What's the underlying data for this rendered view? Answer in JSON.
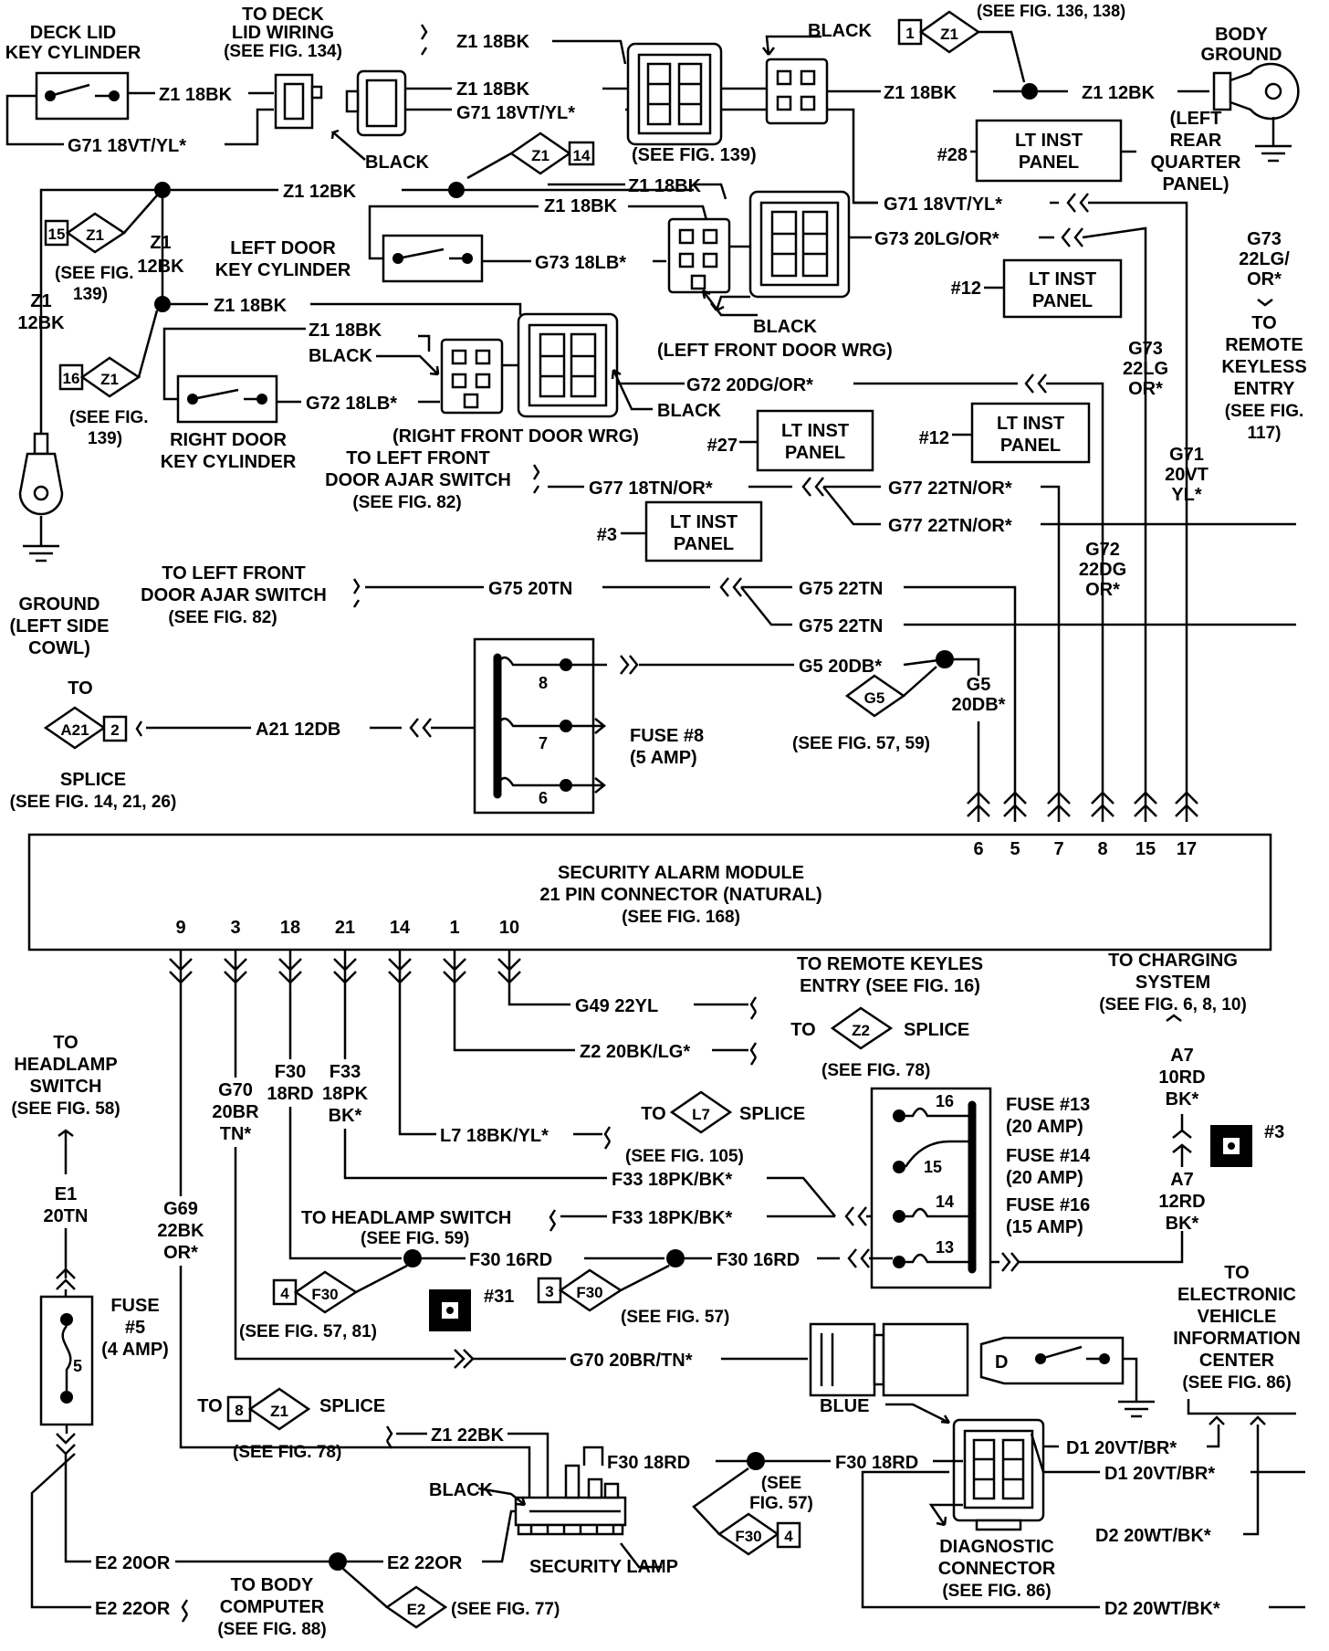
{
  "labels": {
    "deck_lid_key_cylinder": [
      "DECK LID",
      "KEY CYLINDER"
    ],
    "to_deck_lid_wiring": [
      "TO DECK",
      "LID WIRING",
      "(SEE FIG. 134)"
    ],
    "see_fig_136_138": "(SEE FIG. 136, 138)",
    "body_ground": [
      "BODY",
      "GROUND"
    ],
    "left_rear_quarter_panel": [
      "(LEFT",
      "REAR",
      "QUARTER",
      "PANEL)"
    ],
    "black": "BLACK",
    "see_fig_139": "(SEE FIG. 139)",
    "see_fig_139_split": [
      "(SEE FIG.",
      "139)"
    ],
    "left_door_key_cylinder": [
      "LEFT DOOR",
      "KEY CYLINDER"
    ],
    "right_door_key_cylinder": [
      "RIGHT DOOR",
      "KEY CYLINDER"
    ],
    "left_front_door_wrg": "(LEFT FRONT DOOR WRG)",
    "right_front_door_wrg": "(RIGHT FRONT DOOR WRG)",
    "lt_inst_panel": [
      "LT INST",
      "PANEL"
    ],
    "to_remote_keyless_entry": [
      "TO",
      "REMOTE",
      "KEYLESS",
      "ENTRY",
      "(SEE FIG.",
      "117)"
    ],
    "to_left_front_door_ajar_switch": [
      "TO LEFT FRONT",
      "DOOR AJAR SWITCH",
      "(SEE FIG. 82)"
    ],
    "ground_left_side_cowl": [
      "GROUND",
      "(LEFT SIDE",
      "COWL)"
    ],
    "to": "TO",
    "splice": "SPLICE",
    "see_fig_14_21_26": "(SEE FIG. 14, 21, 26)",
    "fuse_8": [
      "FUSE #8",
      "(5 AMP)"
    ],
    "see_fig_57_59": "(SEE FIG. 57, 59)",
    "module": [
      "SECURITY ALARM MODULE",
      "21 PIN CONNECTOR (NATURAL)",
      "(SEE FIG. 168)"
    ],
    "to_remote_keyles_entry": [
      "TO REMOTE KEYLES",
      "ENTRY  (SEE FIG. 16)"
    ],
    "to_charging_system": [
      "TO CHARGING",
      "SYSTEM",
      "(SEE FIG. 6, 8, 10)"
    ],
    "see_fig_78": "(SEE FIG. 78)",
    "see_fig_105": "(SEE FIG. 105)",
    "to_headlamp_switch_v": [
      "TO",
      "HEADLAMP",
      "SWITCH",
      "(SEE FIG. 58)"
    ],
    "to_headlamp_switch_h": [
      "TO HEADLAMP SWITCH",
      "(SEE FIG. 59)"
    ],
    "fuse_13": [
      "FUSE #13",
      "(20 AMP)"
    ],
    "fuse_14": [
      "FUSE #14",
      "(20 AMP)"
    ],
    "fuse_16": [
      "FUSE #16",
      "(15 AMP)"
    ],
    "fuse_5": [
      "FUSE",
      "#5",
      "(4 AMP)"
    ],
    "see_fig_57_81": "(SEE FIG. 57, 81)",
    "see_fig_57": "(SEE FIG. 57)",
    "see_fig_57_split": [
      "(SEE",
      "FIG. 57)"
    ],
    "to_evic": [
      "TO",
      "ELECTRONIC",
      "VEHICLE",
      "INFORMATION",
      "CENTER",
      "(SEE FIG. 86)"
    ],
    "blue": "BLUE",
    "security_lamp": "SECURITY LAMP",
    "diagnostic_connector": [
      "DIAGNOSTIC",
      "CONNECTOR",
      "(SEE FIG. 86)"
    ],
    "to_body_computer": [
      "TO BODY",
      "COMPUTER",
      "(SEE FIG. 88)"
    ],
    "see_fig_77": "(SEE FIG. 77)",
    "ground_ref_3": "#3",
    "ground_ref_31": "#31"
  },
  "wires": {
    "z1_18bk": "Z1 18BK",
    "z1_12bk": "Z1 12BK",
    "z1_22bk": "Z1 22BK",
    "z1": "Z1",
    "12bk": "12BK",
    "g71_18vt_yl": "G71 18VT/YL*",
    "g73_18lb": "G73 18LB*",
    "g73_20lg_or": "G73 20LG/OR*",
    "g73_22lg_or_a": [
      "G73",
      "22LG/",
      "OR*"
    ],
    "g73_22lg_or_b": [
      "G73",
      "22LG",
      "OR*"
    ],
    "g71_20vt_yl": [
      "G71",
      "20VT",
      "YL*"
    ],
    "g72_18lb": "G72 18LB*",
    "g72_20dg_or": "G72 20DG/OR*",
    "g72_22dg_or": [
      "G72",
      "22DG",
      "OR*"
    ],
    "g77_18tn_or": "G77 18TN/OR*",
    "g77_22tn_or": "G77 22TN/OR*",
    "g75_20tn": "G75 20TN",
    "g75_22tn": "G75 22TN",
    "g5_20db": "G5 20DB*",
    "g5_20db_v": [
      "G5",
      "20DB*"
    ],
    "a21_12db": "A21 12DB",
    "g49_22yl": "G49 22YL",
    "z2_20bk_lg": "Z2 20BK/LG*",
    "l7_18bk_yl": "L7 18BK/YL*",
    "f33_18pk_bk": "F33 18PK/BK*",
    "f33_v": [
      "F33",
      "18PK",
      "BK*"
    ],
    "f30_v": [
      "F30",
      "18RD"
    ],
    "f30_16rd": "F30 16RD",
    "f30_18rd": "F30 18RD",
    "g70_v": [
      "G70",
      "20BR",
      "TN*"
    ],
    "g70_20br_tn": "G70 20BR/TN*",
    "g69_v": [
      "G69",
      "22BK",
      "OR*"
    ],
    "e1_v": [
      "E1",
      "20TN"
    ],
    "e2_20or": "E2 20OR",
    "e2_22or": "E2 22OR",
    "a7_10rd": [
      "A7",
      "10RD",
      "BK*"
    ],
    "a7_12rd": [
      "A7",
      "12RD",
      "BK*"
    ],
    "d1_20vt_br": "D1 20VT/BR*",
    "d2_20wt_bk": "D2 20WT/BK*"
  },
  "refs": {
    "num_28": "#28",
    "num_12": "#12",
    "num_27": "#27",
    "num_3": "#3"
  },
  "splices": {
    "z1_1": {
      "id": "Z1",
      "num": "1"
    },
    "z1_14": {
      "id": "Z1",
      "num": "14"
    },
    "z1_15": {
      "id": "Z1",
      "num": "15"
    },
    "z1_16": {
      "id": "Z1",
      "num": "16"
    },
    "a21_2": {
      "id": "A21",
      "num": "2"
    },
    "g5": {
      "id": "G5"
    },
    "z2": {
      "id": "Z2"
    },
    "l7": {
      "id": "L7"
    },
    "f30_4a": {
      "id": "F30",
      "num": "4"
    },
    "f30_3": {
      "id": "F30",
      "num": "3"
    },
    "z1_8": {
      "id": "Z1",
      "num": "8"
    },
    "f30_4b": {
      "id": "F30",
      "num": "4"
    },
    "e2": {
      "id": "E2"
    }
  },
  "pins_top": [
    "6",
    "5",
    "7",
    "8",
    "15",
    "17"
  ],
  "pins_bottom": [
    "9",
    "3",
    "18",
    "21",
    "14",
    "1",
    "10"
  ],
  "fuse8_pins": [
    "8",
    "7",
    "6"
  ],
  "fuse_block_pins": [
    "16",
    "15",
    "14",
    "13"
  ],
  "fuse5_pin": "5",
  "conn_letter_d": "D"
}
